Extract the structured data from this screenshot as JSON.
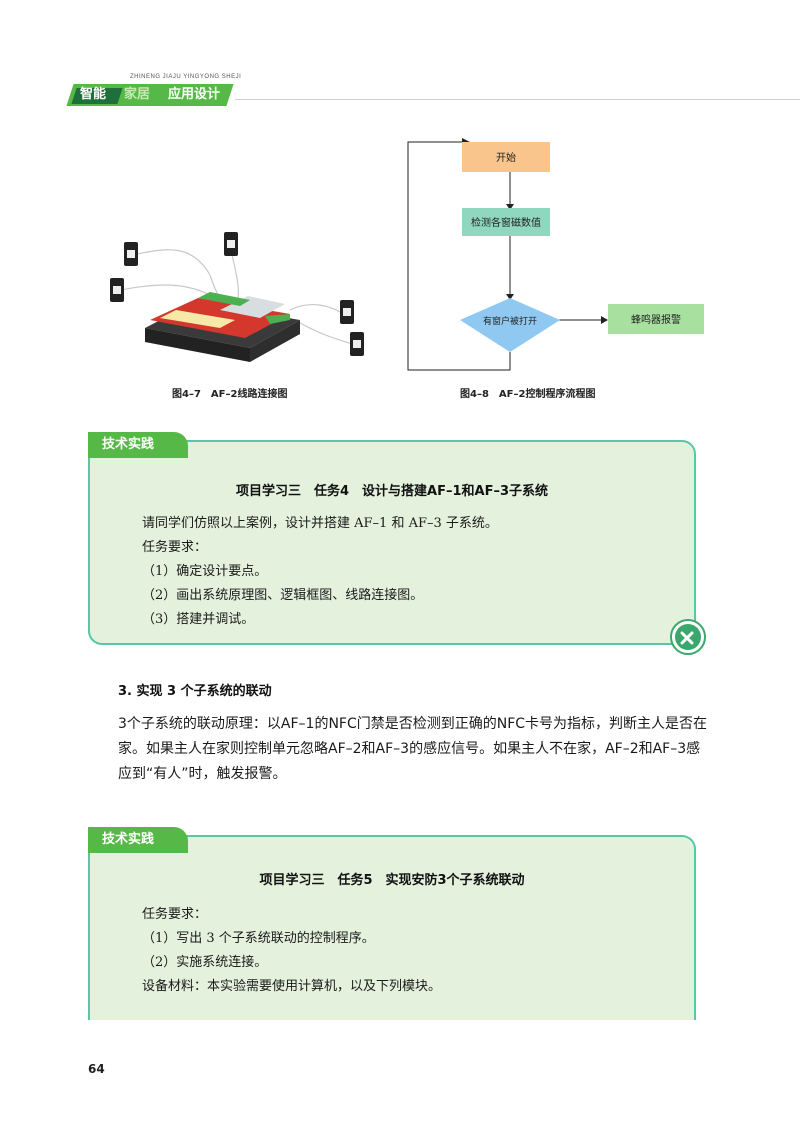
{
  "header": {
    "pinyin": "ZHINENG JIAJU YINGYONG SHEJI",
    "title_part1": "智能",
    "title_part2": "家居",
    "title_part3": "应用设计"
  },
  "figures": {
    "left_caption": "图4–7　AF–2线路连接图",
    "right_caption": "图4–8　AF–2控制程序流程图",
    "flowchart": {
      "start": "开始",
      "detect": "检测各窗磁数值",
      "decision": "有窗户被打开",
      "alarm": "蜂鸣器报警"
    }
  },
  "practice1": {
    "tab_label": "技术实践",
    "title": "项目学习三　任务4　设计与搭建AF–1和AF–3子系统",
    "lines": [
      "请同学们仿照以上案例，设计并搭建 AF–1 和 AF–3 子系统。",
      "任务要求：",
      "（1）确定设计要点。",
      "（2）画出系统原理图、逻辑框图、线路连接图。",
      "（3）搭建并调试。"
    ]
  },
  "section": {
    "heading": "3. 实现 3 个子系统的联动",
    "paragraph": "3个子系统的联动原理：以AF–1的NFC门禁是否检测到正确的NFC卡号为指标，判断主人是否在家。如果主人在家则控制单元忽略AF–2和AF–3的感应信号。如果主人不在家，AF–2和AF–3感应到“有人”时，触发报警。"
  },
  "practice2": {
    "tab_label": "技术实践",
    "title": "项目学习三　任务5　实现安防3个子系统联动",
    "lines": [
      "任务要求：",
      "（1）写出 3 个子系统联动的控制程序。",
      "（2）实施系统连接。",
      "设备材料：本实验需要使用计算机，以及下列模块。"
    ]
  },
  "page_number": "64",
  "colors": {
    "brand_green": "#56b947",
    "dark_green": "#1f6f3a",
    "panel_bg": "#e3f1dd",
    "panel_border": "#55c8a4",
    "flow_start": "#f9c58d",
    "flow_box": "#8fd8bf",
    "flow_decision": "#8fc8f0",
    "flow_alarm": "#a8e0a0"
  }
}
